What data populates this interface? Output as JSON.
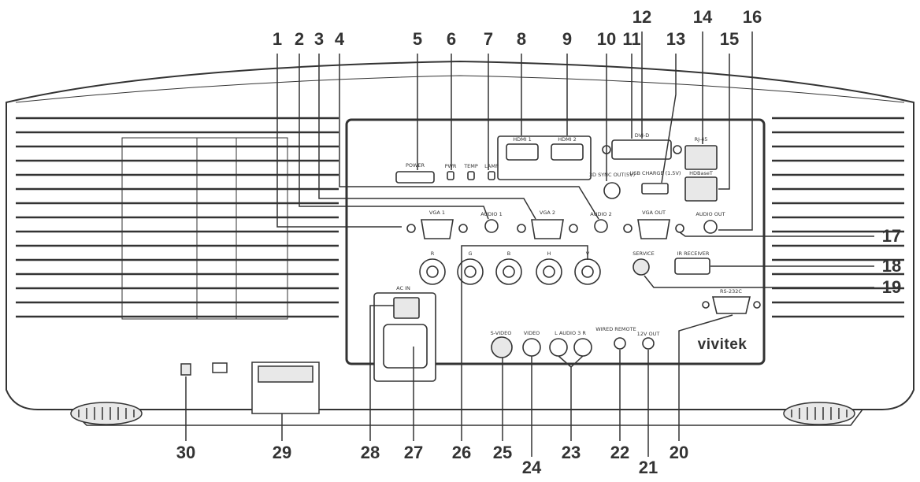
{
  "callouts": [
    "1",
    "2",
    "3",
    "4",
    "5",
    "6",
    "7",
    "8",
    "9",
    "10",
    "11",
    "12",
    "13",
    "14",
    "15",
    "16",
    "17",
    "18",
    "19",
    "20",
    "21",
    "22",
    "23",
    "24",
    "25",
    "26",
    "27",
    "28",
    "29",
    "30"
  ],
  "panel_labels": {
    "power": "POWER",
    "pwr": "PWR",
    "temp": "TEMP",
    "lamp": "LAMP",
    "hdmi1": "HDMI 1",
    "hdmi2": "HDMI 2",
    "dvi": "DVI-D",
    "sync_3d": "3D SYNC OUT(5V)",
    "usb": "USB CHARGE (1.5V)",
    "rj45": "RJ-45",
    "hdbaset": "HDBaseT",
    "vga1": "VGA 1",
    "audio1": "AUDIO 1",
    "vga2": "VGA 2",
    "audio2": "AUDIO 2",
    "vga_out": "VGA OUT",
    "audio_out": "AUDIO OUT",
    "bnc_r": "R",
    "bnc_g": "G",
    "bnc_b": "B",
    "bnc_h": "H",
    "bnc_v": "V",
    "service": "SERVICE",
    "ir_receiver": "IR RECEIVER",
    "ac_in": "AC IN",
    "rs232": "RS-232C",
    "svideo": "S-VIDEO",
    "video": "VIDEO",
    "audio_lr": "L  AUDIO 3  R",
    "wired_remote": "WIRED REMOTE",
    "dc_out": "12V OUT",
    "brand": "vivitek"
  },
  "colors": {
    "line": "#333333",
    "shade": "#e8e8e8",
    "panel": "#ffffff"
  }
}
